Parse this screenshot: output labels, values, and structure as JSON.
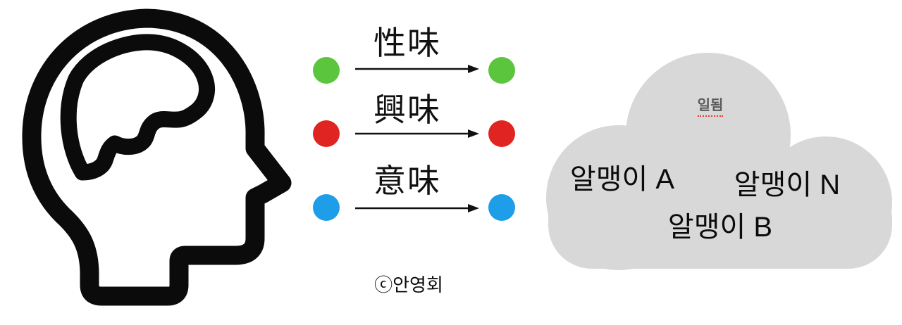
{
  "head_icon": {
    "name": "human-head-profile-with-brain",
    "stroke_color": "#0b0b0b"
  },
  "mapping": {
    "arrow_color": "#111111",
    "rows": [
      {
        "label": "性味",
        "color": "#5bc53e"
      },
      {
        "label": "興味",
        "color": "#e02421"
      },
      {
        "label": "意味",
        "color": "#1e9de9"
      }
    ]
  },
  "cloud": {
    "fill": "#d8d8d8",
    "caption": "일됨",
    "caption_color": "#595959",
    "items": [
      "알맹이 A",
      "알맹이 N",
      "알맹이 B"
    ]
  },
  "credit": "ⓒ안영회"
}
